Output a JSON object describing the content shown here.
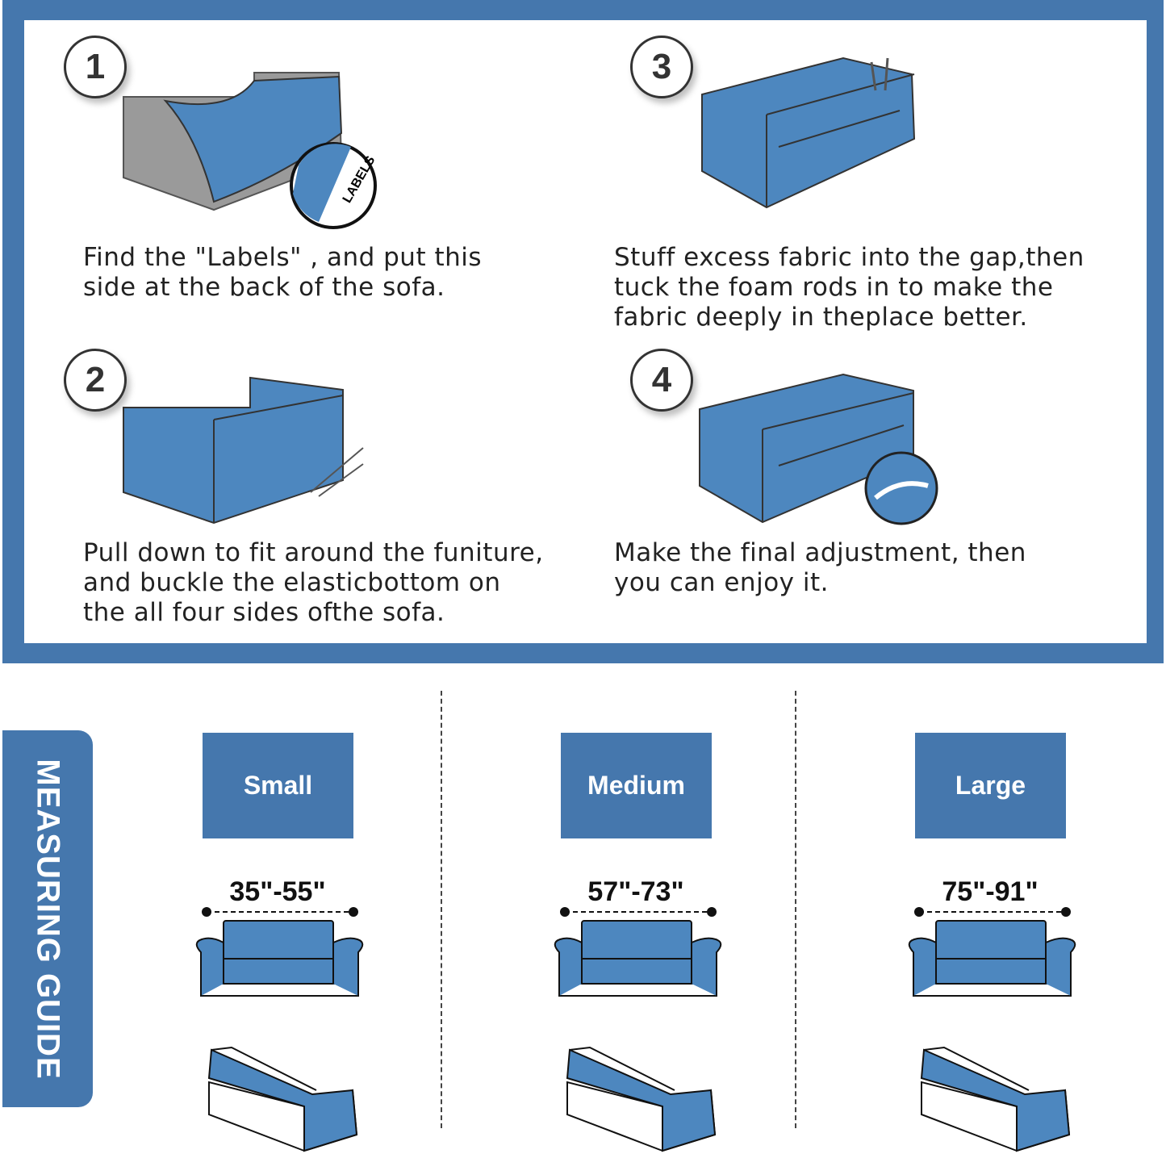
{
  "colors": {
    "frame": "#4577ad",
    "sofa": "#4d87bf",
    "grey": "#9a9a9a"
  },
  "steps": [
    {
      "number": "1",
      "text": "Find the \"Labels\" , and put this\nside at the back of the sofa.",
      "label_tag": "LABELS"
    },
    {
      "number": "3",
      "text": "Stuff excess fabric into the gap,then\ntuck the foam rods in to make the\nfabric deeply in theplace better."
    },
    {
      "number": "2",
      "text": "Pull down to fit around the funiture,\nand buckle the elasticbottom on\nthe all four sides ofthe sofa."
    },
    {
      "number": "4",
      "text": "Make the final adjustment, then\nyou can enjoy it."
    }
  ],
  "guide": {
    "title": "MEASURING GUIDE",
    "sizes": [
      {
        "label": "Small",
        "range": "35\"-55\""
      },
      {
        "label": "Medium",
        "range": "57\"-73\""
      },
      {
        "label": "Large",
        "range": "75\"-91\""
      }
    ]
  }
}
